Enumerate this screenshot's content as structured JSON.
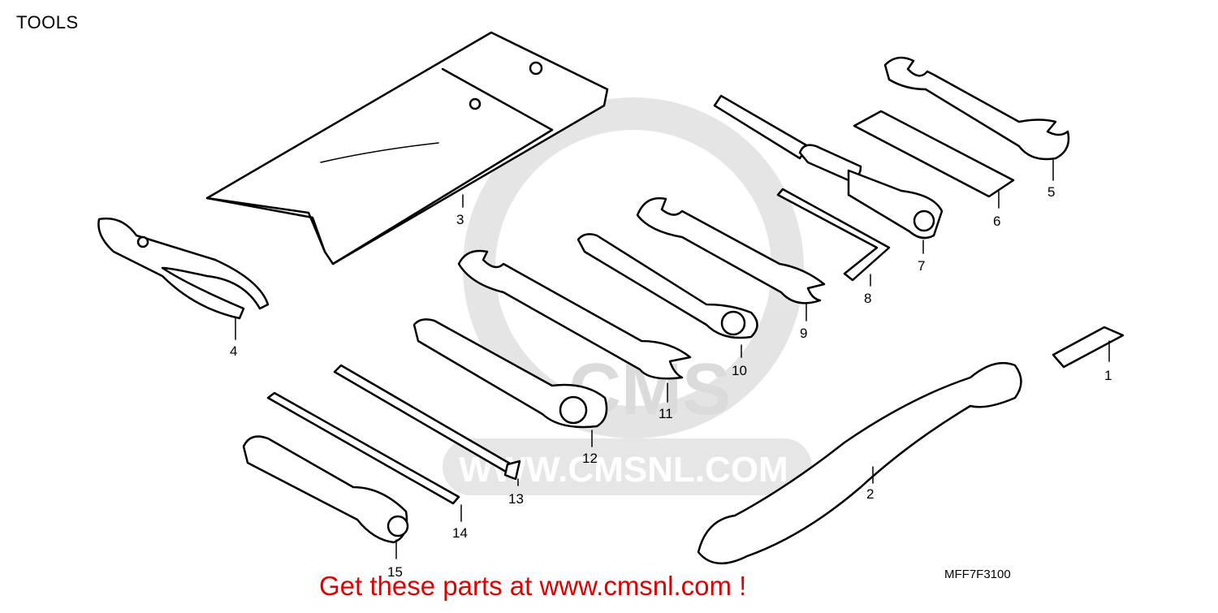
{
  "title": "TOOLS",
  "diagram_code": "MFF7F3100",
  "promo_text": "Get these parts at www.cmsnl.com !",
  "watermark": {
    "brand": "CMS",
    "url": "WWW.CMSNL.COM"
  },
  "callouts": [
    "1",
    "2",
    "3",
    "4",
    "5",
    "6",
    "7",
    "8",
    "9",
    "10",
    "11",
    "12",
    "13",
    "14",
    "15"
  ],
  "colors": {
    "promo": "#e00000",
    "watermark": "#d8d8d8",
    "line": "#000000"
  }
}
